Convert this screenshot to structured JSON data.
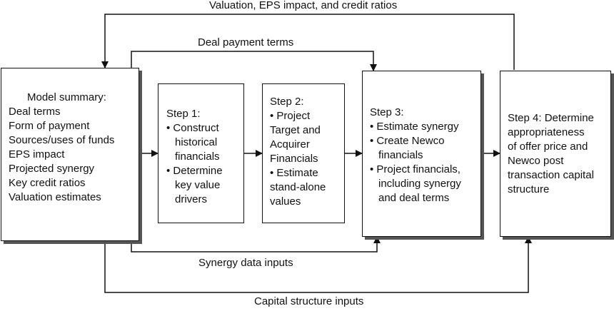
{
  "flow_labels": {
    "top": "Valuation, EPS impact, and credit ratios",
    "deal_terms": "Deal payment terms",
    "synergy": "Synergy data inputs",
    "capital": "Capital structure inputs"
  },
  "model_summary": {
    "title": "Model summary:",
    "items": [
      "Deal terms",
      "Form of payment",
      "Sources/uses of funds",
      "EPS impact",
      "Projected synergy",
      "Key credit ratios",
      "Valuation estimates"
    ]
  },
  "step1": {
    "title": "Step 1:",
    "bullet1": [
      "Construct",
      "historical",
      "financials"
    ],
    "bullet2": [
      "Determine",
      "key value",
      "drivers"
    ]
  },
  "step2": {
    "title": "Step 2:",
    "bullet1": [
      "Project",
      "Target and",
      "Acquirer",
      "Financials"
    ],
    "bullet2": [
      "Estimate",
      "stand-alone",
      "values"
    ]
  },
  "step3": {
    "title": "Step 3:",
    "bullet1": "Estimate synergy",
    "bullet2": [
      "Create Newco",
      "financials"
    ],
    "bullet3": [
      "Project financials,",
      "including synergy",
      "and deal terms"
    ]
  },
  "step4": {
    "lines": [
      "Step 4: Determine",
      "appropriateness",
      "of offer price and",
      "Newco post",
      "transaction capital",
      "structure"
    ]
  }
}
